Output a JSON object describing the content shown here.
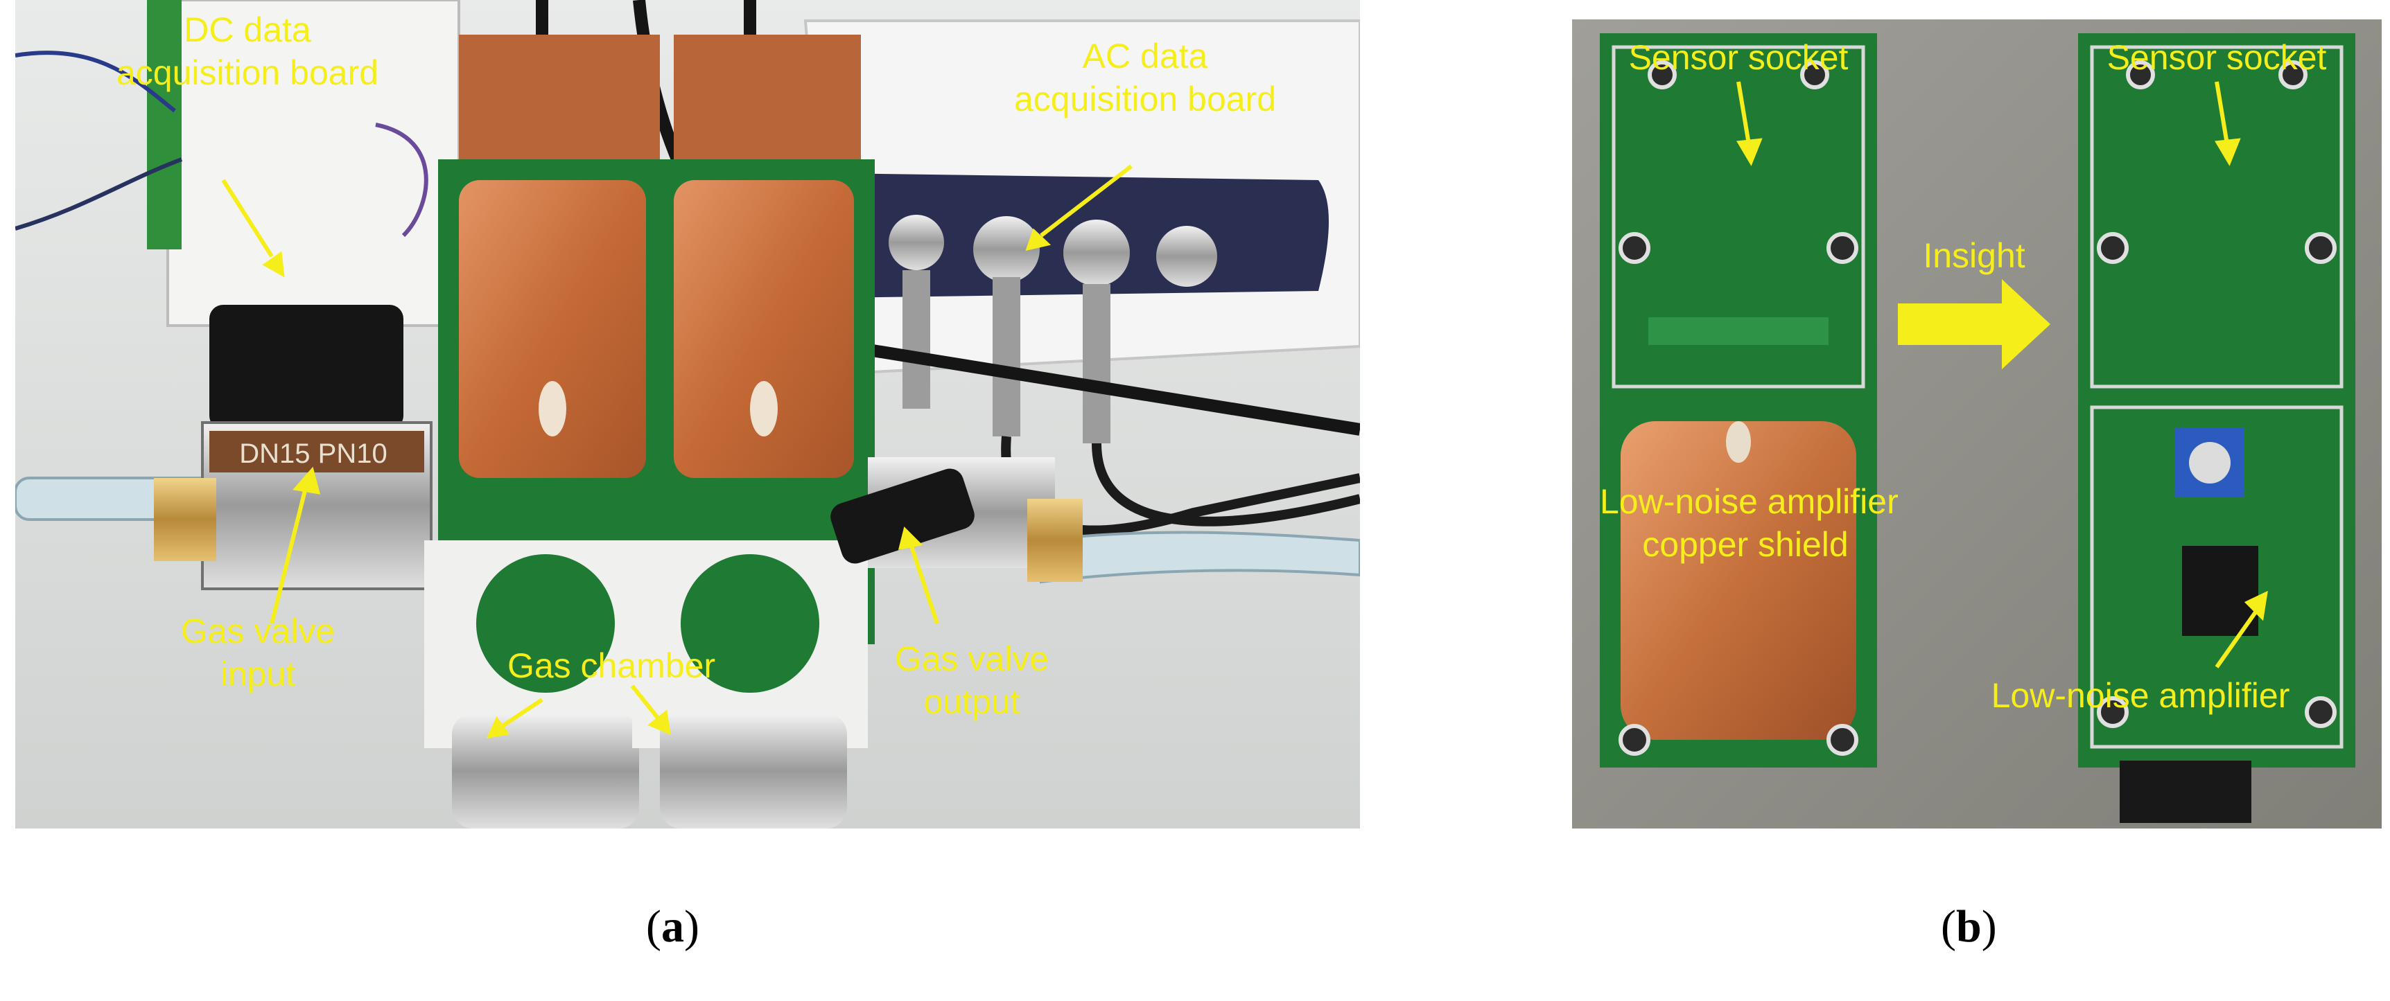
{
  "panel_a": {
    "labels": {
      "dc_board": "DC data",
      "dc_board_2": "acquisition board",
      "ac_board": "AC data",
      "ac_board_2": "acquisition board",
      "valve_in": "Gas valve",
      "valve_in_2": "input",
      "chamber": "Gas chamber",
      "valve_out": "Gas valve",
      "valve_out_2": "output"
    },
    "valve_marking": "DN15 PN10"
  },
  "panel_b": {
    "labels": {
      "socket_left": "Sensor socket",
      "socket_right": "Sensor socket",
      "insight": "Insight",
      "shield": "Low-noise amplifier",
      "shield_2": "copper shield",
      "amplifier": "Low-noise amplifier"
    }
  },
  "captions": {
    "a_open": "(",
    "a_letter": "a",
    "a_close": ")",
    "b_open": "(",
    "b_letter": "b",
    "b_close": ")"
  },
  "colors": {
    "label": "#f6ee1a",
    "pcb": "#1f7a34",
    "copper": "#c9743f"
  }
}
